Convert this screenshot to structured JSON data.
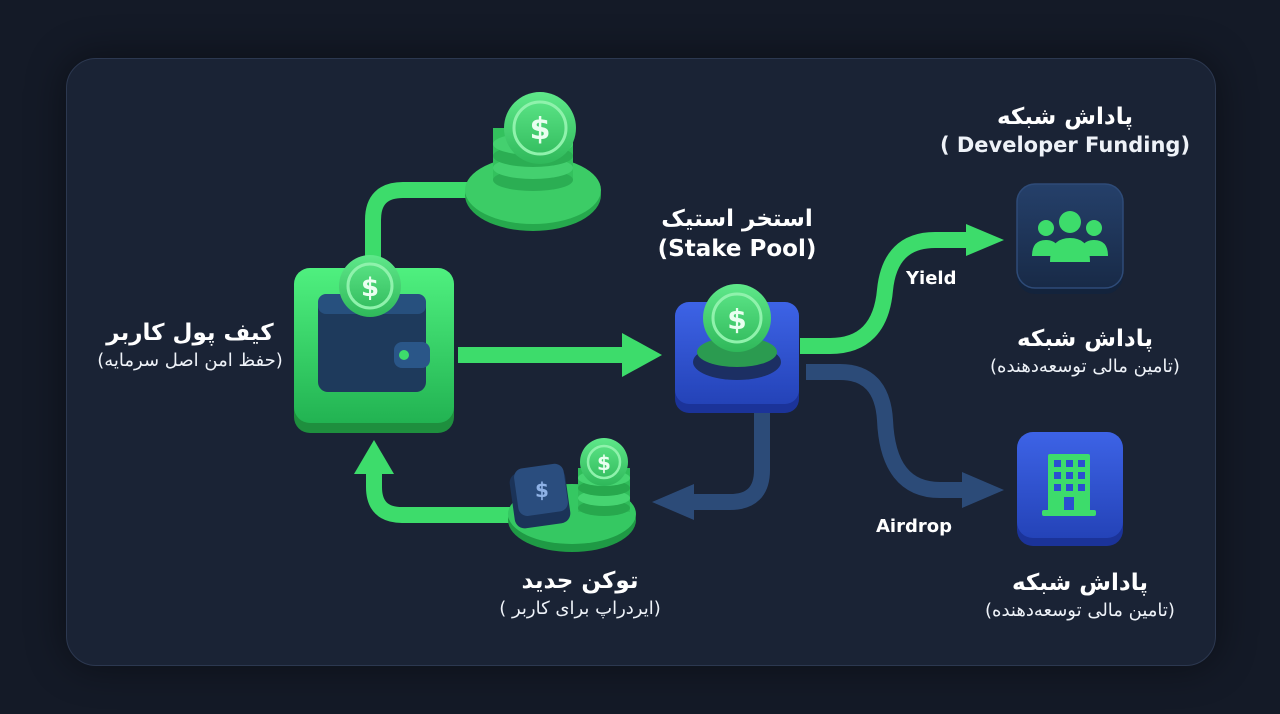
{
  "wallet": {
    "title": "کیف پول کاربر",
    "subtitle": "(حفظ امن اصل سرمایه)"
  },
  "stake_pool": {
    "title": "استخر استیک",
    "subtitle": "(Stake Pool)"
  },
  "dev_reward_top": {
    "title": "پاداش شبکه",
    "subtitle": "( Developer Funding)"
  },
  "dev_reward_mid": {
    "title": "پاداش شبکه",
    "subtitle": "(تامین مالی توسعه‌دهنده)"
  },
  "dev_reward_bottom": {
    "title": "پاداش شبکه",
    "subtitle": "(تامین مالی توسعه‌دهنده)"
  },
  "new_token": {
    "title": "توکن جدید",
    "subtitle": "(ایردراپ برای کاربر )"
  },
  "flows": {
    "yield": "Yield",
    "airdrop": "Airdrop"
  },
  "icons": {
    "wallet": "wallet-icon",
    "coin": "dollar-coin-icon",
    "people": "people-group-icon",
    "building": "office-building-icon"
  },
  "colors": {
    "background": "#141a27",
    "panel": "#1a2335",
    "green": "#3ddc6b",
    "dark_blue": "#2a4a74",
    "blue_box": "#2f55d4",
    "navy_box": "#1e3350"
  }
}
